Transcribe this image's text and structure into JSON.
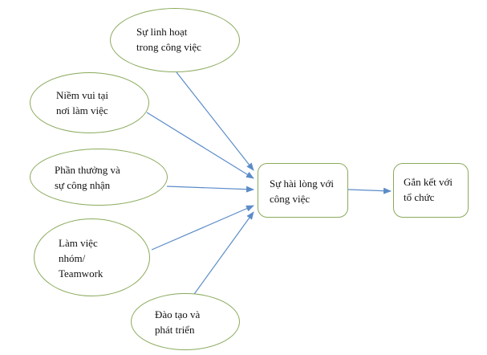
{
  "diagram": {
    "colors": {
      "node_border": "#8aaa5c",
      "arrow": "#5b8cc8",
      "text": "#111111"
    },
    "factors": [
      {
        "id": "flexibility",
        "text": "Sự linh hoạt\ntrong công việc"
      },
      {
        "id": "fun",
        "text": "Niềm  vui tại\nnơi làm việc"
      },
      {
        "id": "rewards",
        "text": "Phần thưởng và\nsự công nhận"
      },
      {
        "id": "teamwork",
        "text": "Làm việc\nnhóm/\nTeamwork"
      },
      {
        "id": "training",
        "text": "Đào tạo và\nphát triển"
      }
    ],
    "satisfaction": {
      "id": "satisfaction",
      "text": "Sự hài lòng với\ncông việc"
    },
    "engagement": {
      "id": "engagement",
      "text": "Gắn kết với\ntổ chức"
    },
    "edges": [
      {
        "from": "flexibility",
        "to": "satisfaction"
      },
      {
        "from": "fun",
        "to": "satisfaction"
      },
      {
        "from": "rewards",
        "to": "satisfaction"
      },
      {
        "from": "teamwork",
        "to": "satisfaction"
      },
      {
        "from": "training",
        "to": "satisfaction"
      },
      {
        "from": "satisfaction",
        "to": "engagement"
      }
    ]
  }
}
